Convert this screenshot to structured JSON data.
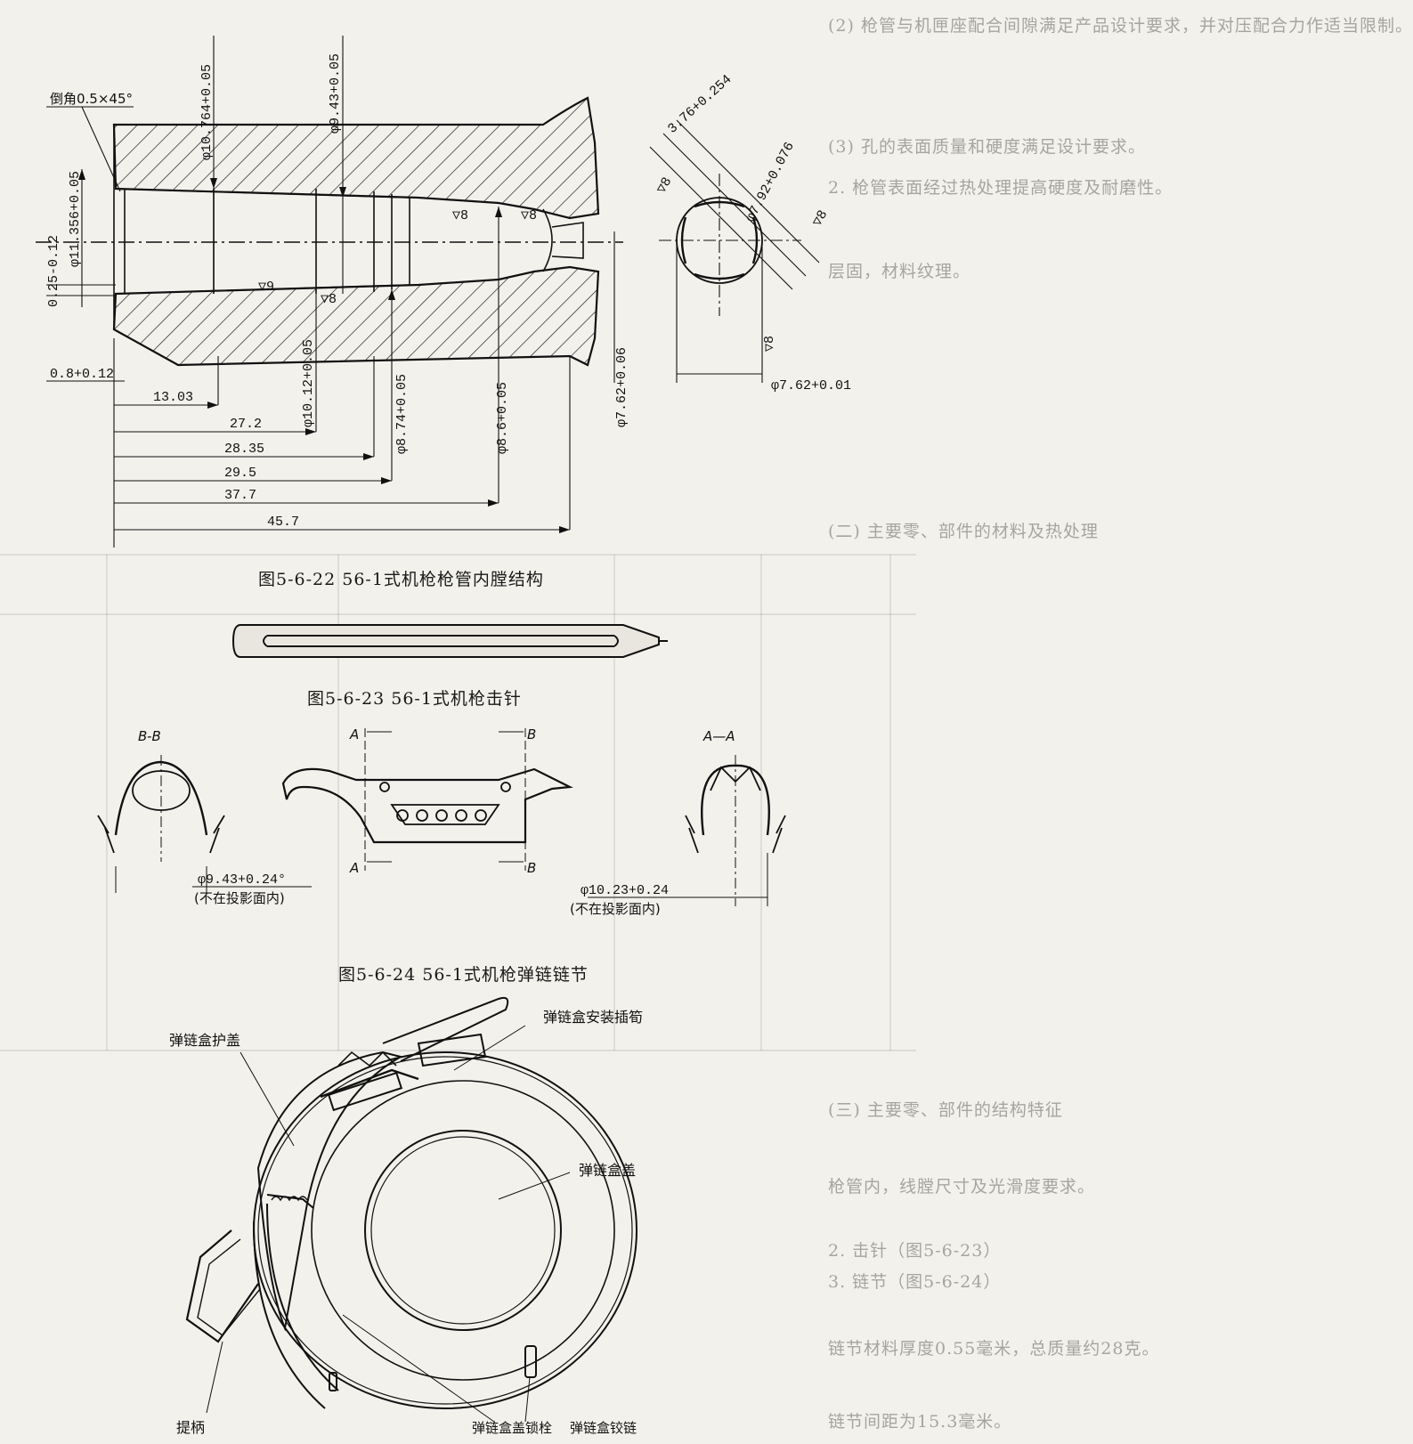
{
  "figures": {
    "barrel": {
      "caption": "图5-6-22   56-1式机枪枪管内膛结构",
      "chamfer": "倒角0.5×45°",
      "dims": {
        "d10764": "φ10.764+0.05",
        "d943": "φ9.43+0.05",
        "d11356": "φ11.356+0.05",
        "d025": "0.25-0.12",
        "d08": "0.8+0.12",
        "d1012": "φ10.12+0.05",
        "d874": "φ8.74+0.05",
        "d86": "φ8.6+0.05",
        "d762": "φ7.62+0.06",
        "l1303": "13.03",
        "l272": "27.2",
        "l2835": "28.35",
        "l295": "29.5",
        "l377": "37.7",
        "l457": "45.7",
        "groove": "3.76+0.254",
        "bore": "φ7.92+0.076",
        "land": "φ7.62+0.01",
        "f9": "▽9",
        "f8": "▽8"
      }
    },
    "firing_pin": {
      "caption": "图5-6-23   56-1式机枪击针"
    },
    "link": {
      "caption": "图5-6-24   56-1式机枪弹链链节",
      "section_bb": "B-B",
      "section_aa": "A—A",
      "letter_a": "A",
      "letter_b": "B",
      "dia_left": "φ9.43+0.24°",
      "dia_right": "φ10.23+0.24",
      "note": "(不在投影面内)"
    },
    "drum": {
      "label_cover": "弹链盒护盖",
      "label_tongue": "弹链盒安装插筍",
      "label_lid": "弹链盒盖",
      "label_handle": "提柄",
      "label_latch": "弹链盒盖锁栓",
      "label_hinge": "弹链盒铰链"
    }
  },
  "background_text": [
    "(2) 枪管与机匣座配合间隙满足产品设计要求，并对压配合力作适当限制。",
    "(3) 孔的表面质量和硬度满足设计要求。",
    "2. 枪管表面经过热处理提高硬度及耐磨性。",
    "层固，材料纹理。",
    "(二) 主要零、部件的材料及热处理",
    "(三) 主要零、部件的结构特征",
    "枪管内，线膛尺寸及光滑度要求。",
    "2. 击针（图5-6-23）",
    "3. 链节（图5-6-24）",
    "链节材料厚度0.55毫米，总质量约28克。",
    "链节间距为15.3毫米。"
  ]
}
